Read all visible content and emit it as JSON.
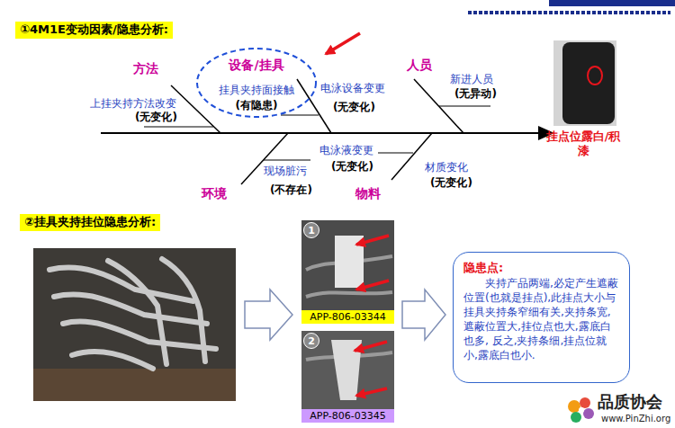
{
  "diagram": {
    "nodes": [
      {
        "text": [
          "①4M1E变动因素/隐患分析:"
        ]
      },
      {
        "text": [
          "设备/挂具",
          "挂具夹持面接触",
          "(有隐患)"
        ]
      },
      {
        "text": [
          "②挂具夹持挂位隐患分析:"
        ]
      },
      {
        "text": [
          "1"
        ]
      },
      {
        "text": [
          "APP-806-03344"
        ]
      },
      {
        "text": [
          "2"
        ]
      },
      {
        "text": [
          "APP-806-03345"
        ]
      },
      {
        "text": [
          "隐患点:",
          "夹持产品两端,必定产生遮蔽位置(也就是挂点),此挂点大小与挂具夹持条窄细有关,夹持条宽,遮蔽位置大,挂位点也大,露底白也多, 反之,夹持条细,挂点位就小,露底白也小."
        ]
      }
    ],
    "labels": [
      "方法",
      "上挂夹持方法改变",
      "(无变化)",
      "电泳设备变更",
      "(无变化)",
      "人员",
      "新进人员",
      "(无异动)",
      "环境",
      "现场脏污",
      "(不存在)",
      "物料",
      "电泳液变更",
      "(无变化)",
      "材质变化",
      "(无变化)",
      "挂点位露白/积漆",
      "品质协会",
      "www.PinZhi.org"
    ]
  }
}
